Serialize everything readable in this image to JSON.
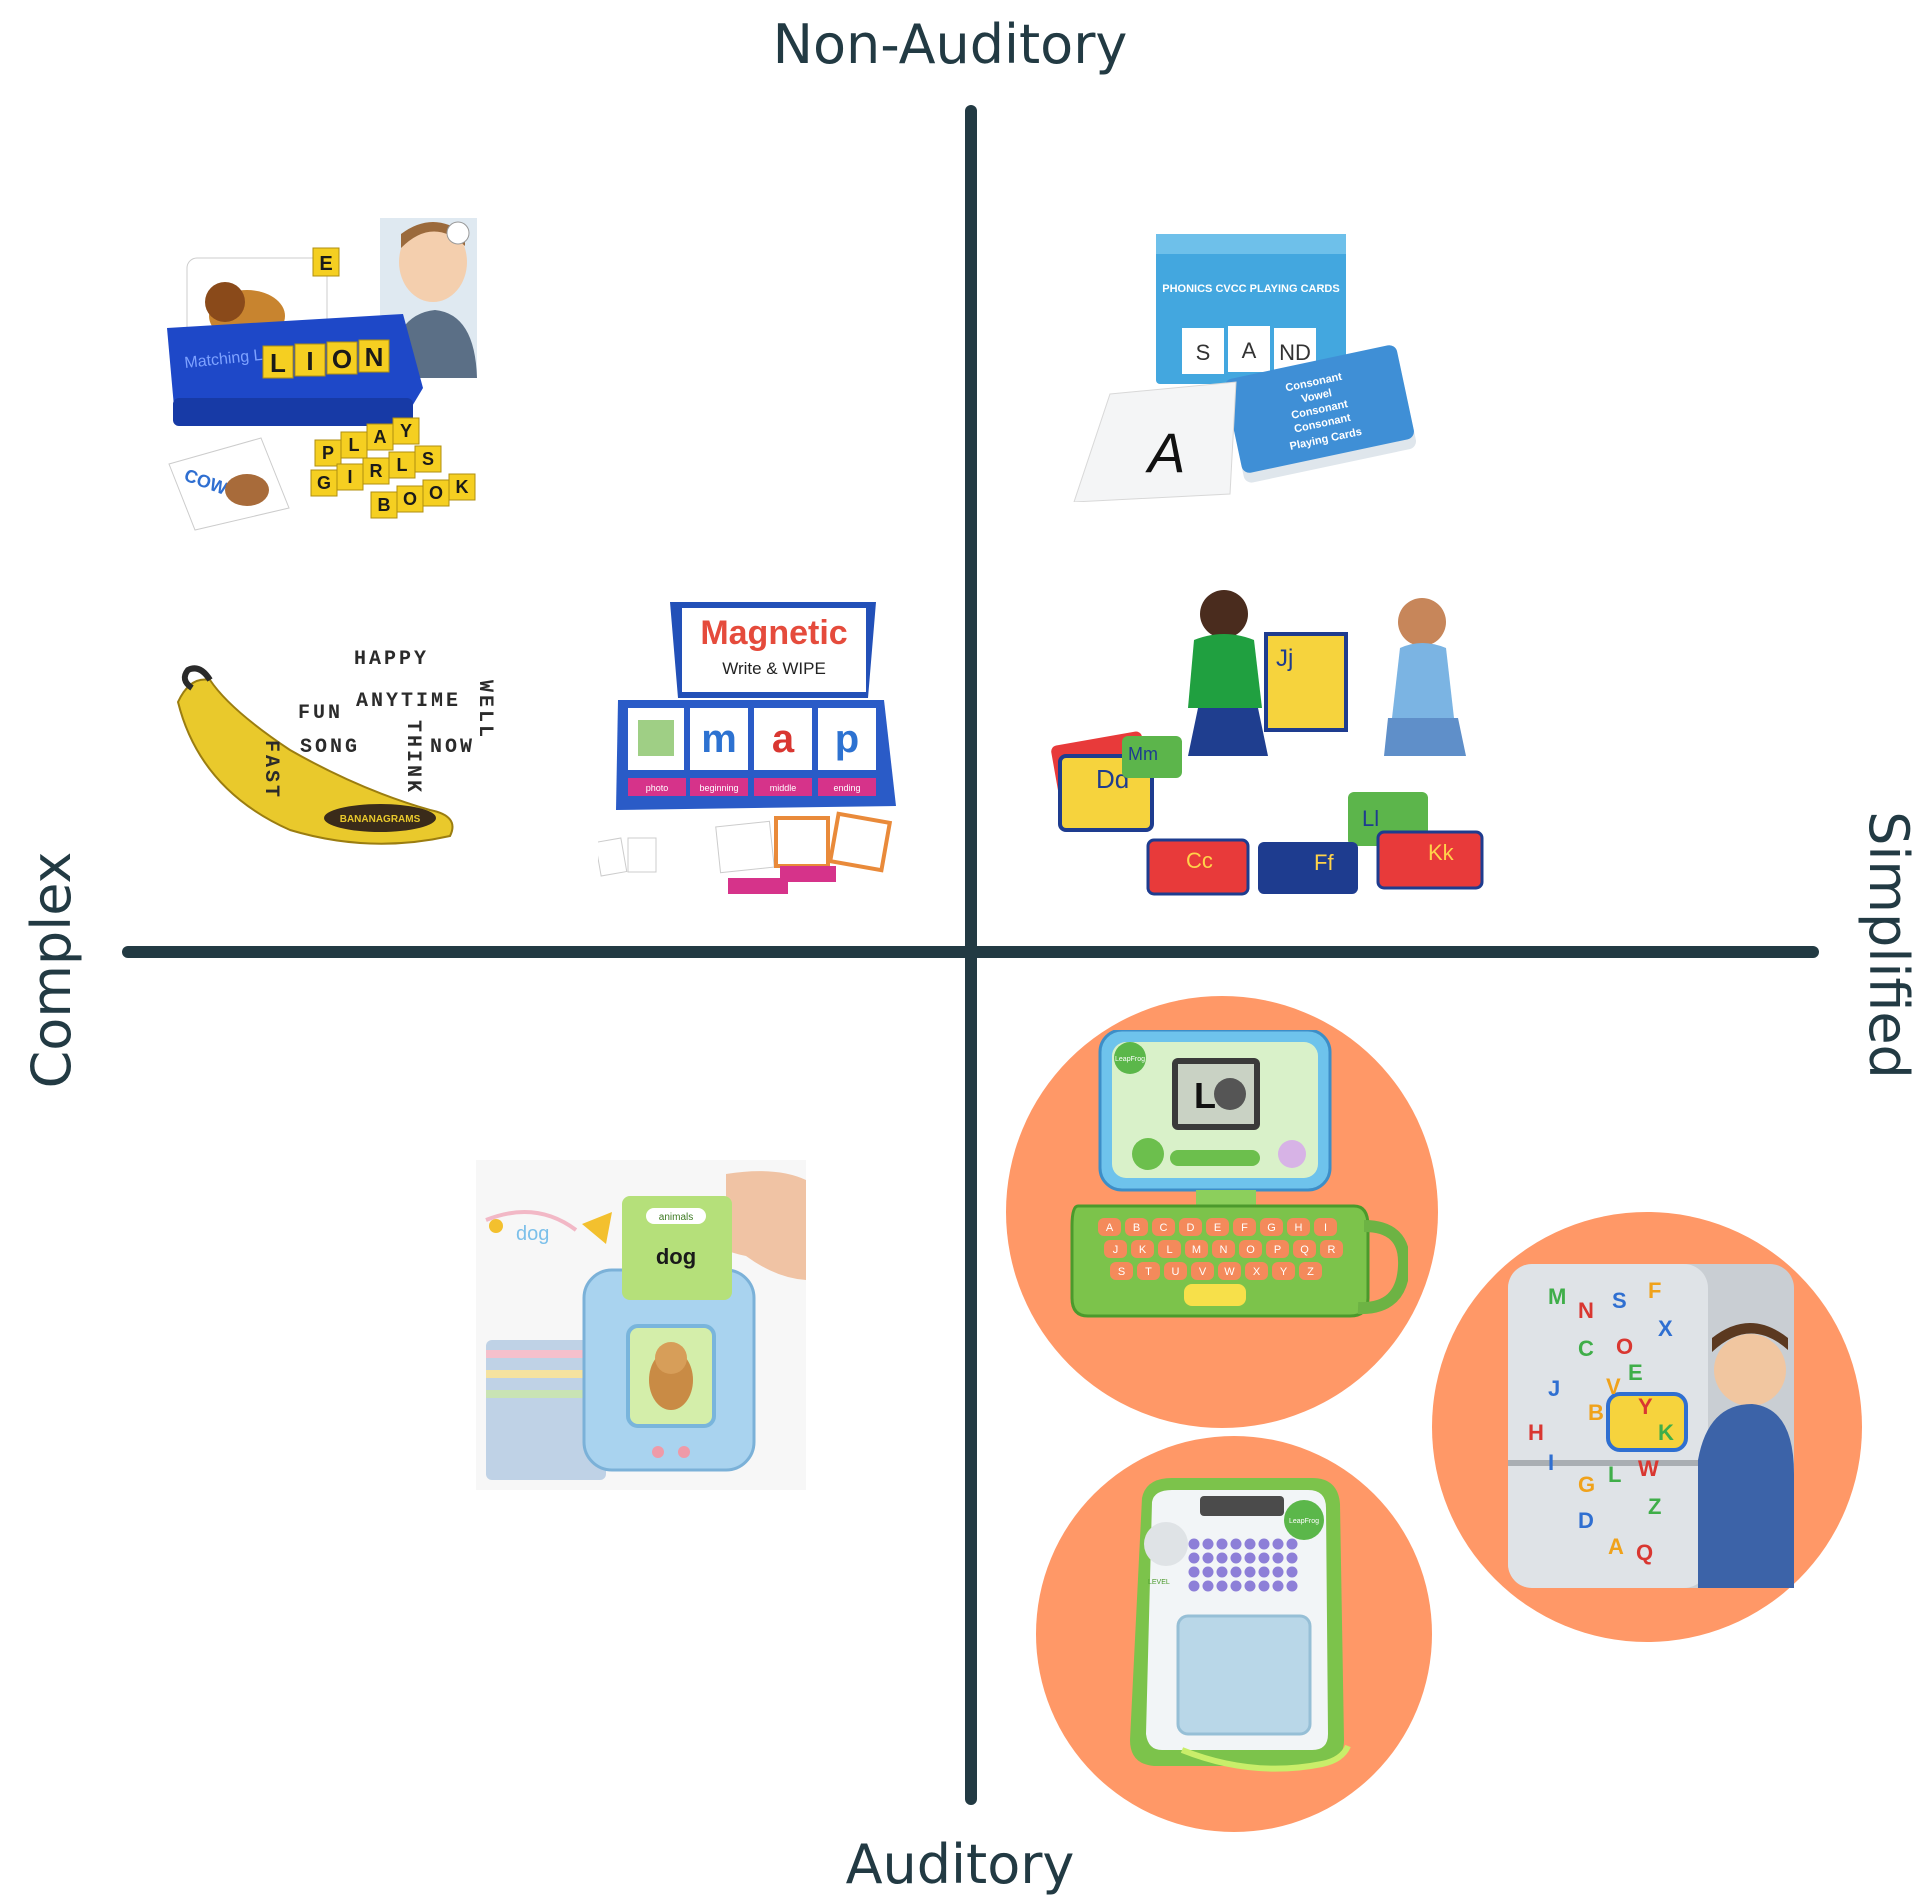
{
  "axes": {
    "top": "Non-Auditory",
    "bottom": "Auditory",
    "left": "Complex",
    "right": "Simplified",
    "line_color": "#223a43"
  },
  "highlight_color": "#ff9867",
  "products": {
    "matching_letter_game": {
      "box_text": "Matching Letter",
      "word_tiles": [
        "L",
        "I",
        "O",
        "N"
      ],
      "loose_tiles": [
        "P",
        "L",
        "A",
        "Y",
        "G",
        "I",
        "R",
        "L",
        "S",
        "B",
        "O",
        "O",
        "K",
        "E"
      ],
      "card_word": "COW"
    },
    "phonics_cards": {
      "title": "PHONICS CVCC PLAYING CARDS",
      "box_tiles": [
        "S",
        "A",
        "ND"
      ],
      "card_letter": "A",
      "deck_text": [
        "Consonant",
        "Vowel",
        "Consonant",
        "Consonant",
        "Playing Cards"
      ]
    },
    "bananagrams": {
      "pouch_text": "BANANAGRAMS",
      "words": [
        "HAPPY",
        "ANYTIME",
        "FUN",
        "FAST",
        "SONG",
        "NOW",
        "THINK",
        "WELL"
      ]
    },
    "magnetic_pocket_chart": {
      "title": "Magnetic",
      "subtitle": "Write & WIPE",
      "letters": [
        "m",
        "a",
        "p"
      ],
      "labels": [
        "photo",
        "beginning",
        "middle",
        "ending"
      ]
    },
    "alphabet_carpet_squares": {
      "tiles": [
        "Jj",
        "Dd",
        "Cc",
        "Ff",
        "Kk",
        "Ll",
        "Mm"
      ]
    },
    "talking_flash_cards": {
      "card_category": "animals",
      "card_word": "dog",
      "bubble_word": "dog"
    },
    "leapfrog_laptop": {
      "brand": "LeapFrog",
      "screen_letter": "L",
      "keys": [
        "A",
        "B",
        "C",
        "D",
        "E",
        "F",
        "G",
        "H",
        "I",
        "J",
        "K",
        "L",
        "M",
        "N",
        "O",
        "P",
        "Q",
        "R",
        "S",
        "T",
        "U",
        "V",
        "W",
        "X",
        "Y",
        "Z"
      ]
    },
    "leapfrog_tablet": {
      "brand": "LeapFrog",
      "level_label": "LEVEL"
    },
    "fridge_phonics_magnets": {
      "letters": [
        "M",
        "N",
        "S",
        "F",
        "C",
        "O",
        "X",
        "V",
        "E",
        "Y",
        "J",
        "B",
        "K",
        "H",
        "I",
        "G",
        "L",
        "W",
        "D",
        "A",
        "Z",
        "Q"
      ]
    }
  }
}
